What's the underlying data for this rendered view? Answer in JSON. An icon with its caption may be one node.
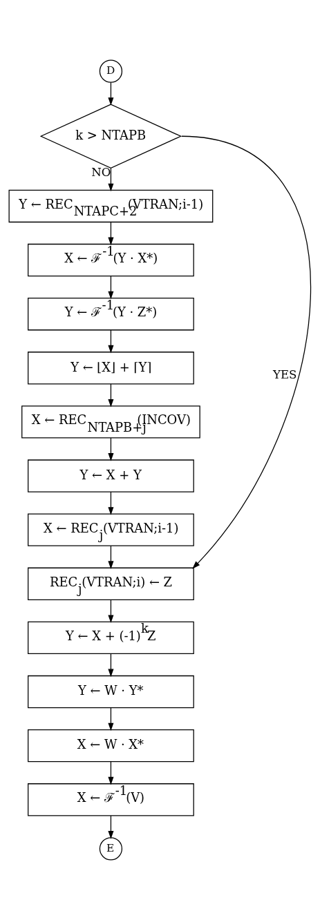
{
  "diagram": {
    "nodes": [
      {
        "text": [
          "D"
        ]
      },
      {
        "text": [
          "k > NTAPB"
        ]
      },
      {
        "text": [
          "Y ← REC$_{NTAPC+2}$(VTRAN;i-1)"
        ]
      },
      {
        "text": [
          "X ← ℱ$^{-1}$(Y · X*)"
        ]
      },
      {
        "text": [
          "Y ← ℱ$^{-1}$(Y · Z*)"
        ]
      },
      {
        "text": [
          "Y ← ⌊X⌋ + ⌈Y⌉"
        ]
      },
      {
        "text": [
          "X ← REC$_{NTAPB+j}$(INCOV)"
        ]
      },
      {
        "text": [
          "Y ← X + Y"
        ]
      },
      {
        "text": [
          "X ← REC$_{j}$(VTRAN;i-1)"
        ]
      },
      {
        "text": [
          "REC$_{j}$(VTRAN;i) ← Z"
        ]
      },
      {
        "text": [
          "Y ← X + (-1)$^{k}$Z"
        ]
      },
      {
        "text": [
          "Y ← W · Y*"
        ]
      },
      {
        "text": [
          "X ← W · X*"
        ]
      },
      {
        "text": [
          "X ← ℱ$^{-1}$(V)"
        ]
      },
      {
        "text": [
          "E"
        ]
      }
    ],
    "edges": [
      {
        "from": 0,
        "to": 1,
        "arrow": "to"
      },
      {
        "from": 1,
        "to": 2,
        "arrow": "to",
        "label": "NO"
      },
      {
        "from": 1,
        "to": 9,
        "arrow": "to",
        "label": "YES"
      },
      {
        "from": 2,
        "to": 3,
        "arrow": "to"
      },
      {
        "from": 3,
        "to": 4,
        "arrow": "to"
      },
      {
        "from": 4,
        "to": 5,
        "arrow": "to"
      },
      {
        "from": 5,
        "to": 6,
        "arrow": "to"
      },
      {
        "from": 6,
        "to": 7,
        "arrow": "to"
      },
      {
        "from": 7,
        "to": 8,
        "arrow": "to"
      },
      {
        "from": 8,
        "to": 9,
        "arrow": "to"
      },
      {
        "from": 9,
        "to": 10,
        "arrow": "to"
      },
      {
        "from": 10,
        "to": 11,
        "arrow": "to"
      },
      {
        "from": 11,
        "to": 12,
        "arrow": "to"
      },
      {
        "from": 12,
        "to": 13,
        "arrow": "to"
      },
      {
        "from": 13,
        "to": 14,
        "arrow": "to"
      }
    ]
  }
}
